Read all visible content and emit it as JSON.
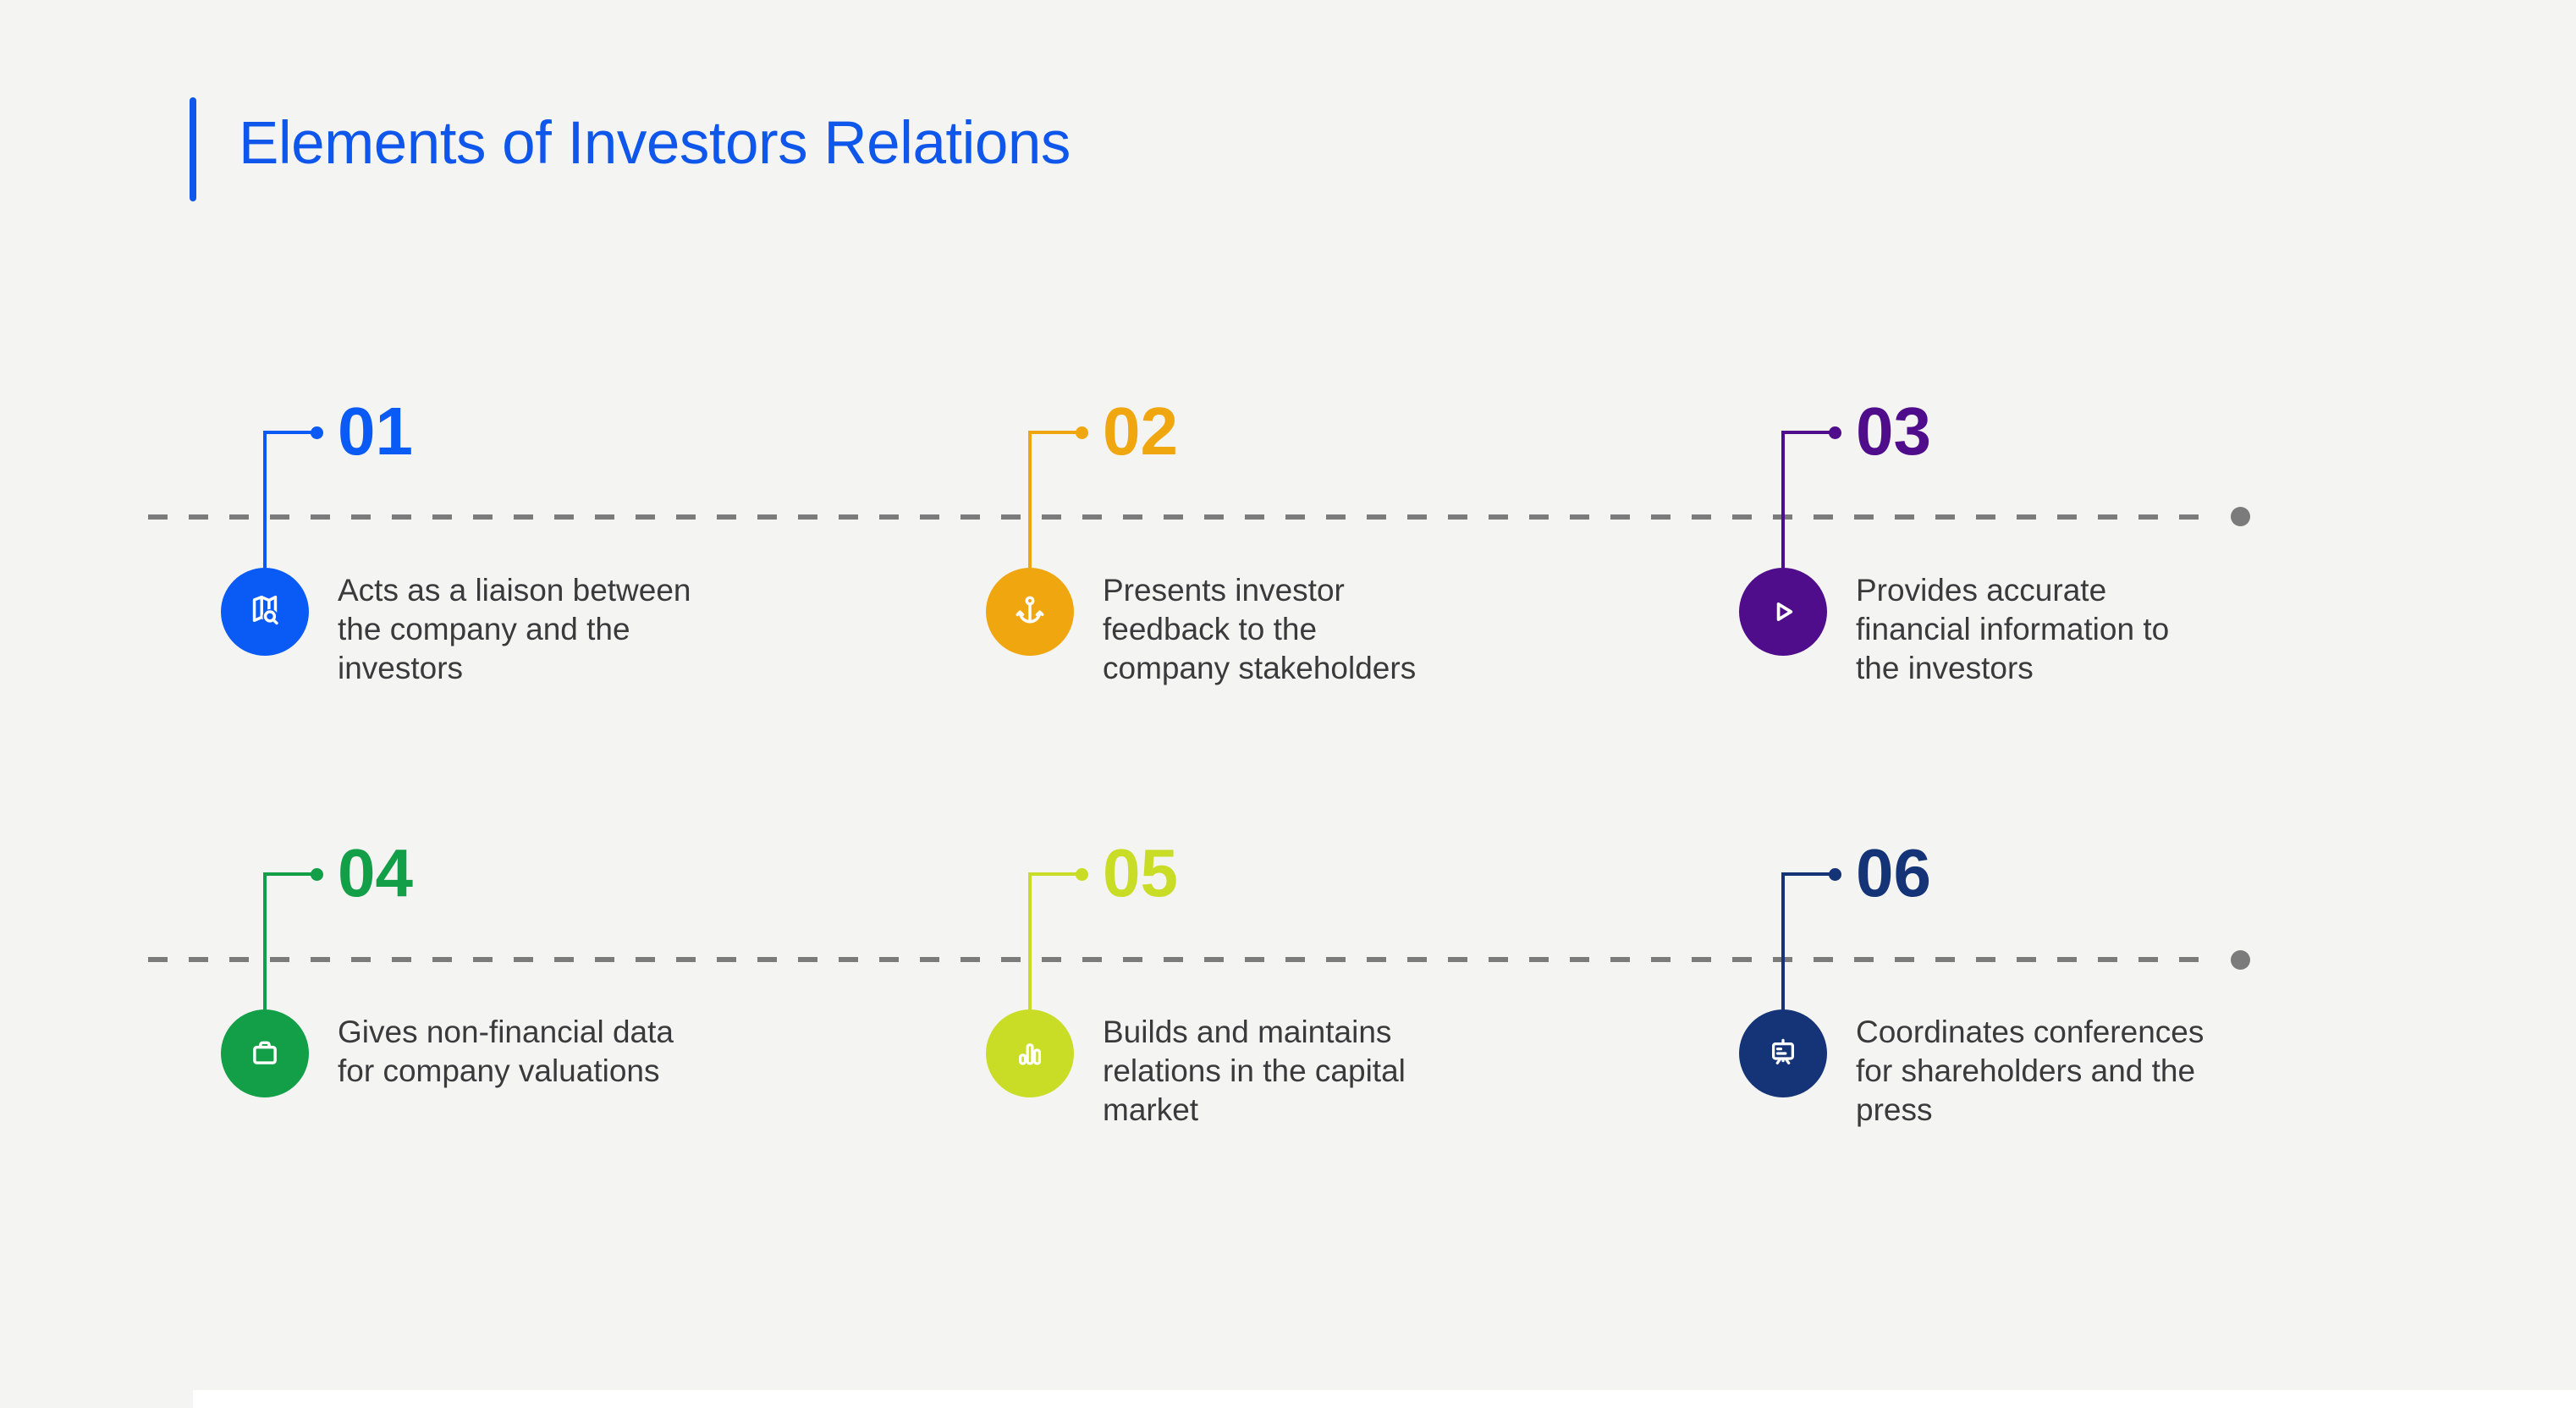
{
  "theme": {
    "background": "#F4F4F3",
    "text_color": "#3A3A3C",
    "dash_color": "#7B7B7B"
  },
  "header": {
    "title": "Elements of Investors Relations",
    "accent": "#0F57EA"
  },
  "items": [
    {
      "number": "01",
      "color": "#0A5AF5",
      "icon": "map-search-icon",
      "text": "Acts as a liaison between\nthe company and the\ninvestors"
    },
    {
      "number": "02",
      "color": "#F0A60F",
      "icon": "anchor-hook-icon",
      "text": "Presents investor\nfeedback to the\ncompany stakeholders"
    },
    {
      "number": "03",
      "color": "#4F0D8C",
      "icon": "play-icon",
      "text": "Provides accurate\nfinancial information to\nthe investors"
    },
    {
      "number": "04",
      "color": "#129F47",
      "icon": "briefcase-icon",
      "text": "Gives non-financial data\nfor company valuations"
    },
    {
      "number": "05",
      "color": "#C9DC26",
      "icon": "bar-chart-icon",
      "text": "Builds and maintains\nrelations in the capital\nmarket"
    },
    {
      "number": "06",
      "color": "#153478",
      "icon": "presentation-board-icon",
      "text": "Coordinates conferences\nfor shareholders and the\npress"
    }
  ]
}
